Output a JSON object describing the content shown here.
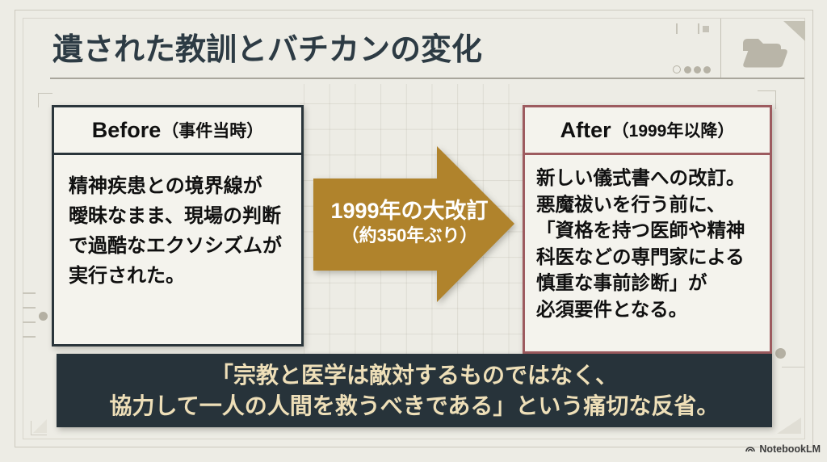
{
  "title": "遺された教訓とバチカンの変化",
  "before_box": {
    "header_en": "Before",
    "header_jp": "（事件当時）",
    "body": "精神疾患との境界線が\n曖昧なまま、現場の判断\nで過酷なエクソシズムが\n実行された。"
  },
  "arrow": {
    "line1": "1999年の大改訂",
    "line2": "（約350年ぶり）"
  },
  "after_box": {
    "header_en": "After",
    "header_jp": "（1999年以降）",
    "body": "新しい儀式書への改訂。\n悪魔祓いを行う前に、\n「資格を持つ医師や精神\n科医などの専門家による\n慎重な事前診断」が\n必須要件となる。"
  },
  "conclusion": "「宗教と医学は敵対するものではなく、\n協力して一人の人間を救うべきである」という痛切な反省。",
  "watermark": "NotebookLM",
  "icons": {
    "folder": "folder-icon",
    "logo": "notebooklm-logo-icon"
  },
  "colors": {
    "background": "#edece5",
    "title_text": "#2d3b44",
    "box_bg": "#f4f3ed",
    "before_border": "#2a353b",
    "after_border": "#9d5b5f",
    "arrow_fill": "#b0832c",
    "conclusion_bg": "#27333a",
    "conclusion_text": "#eedfb8"
  }
}
